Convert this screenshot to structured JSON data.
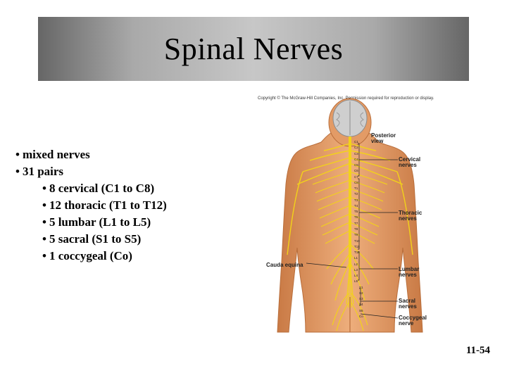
{
  "slide": {
    "title": "Spinal Nerves",
    "slide_number": "11-54"
  },
  "bullets": [
    {
      "text": "mixed nerves",
      "level": 0
    },
    {
      "text": "31 pairs",
      "level": 0
    },
    {
      "text": "8 cervical (C1 to C8)",
      "level": 1
    },
    {
      "text": "12 thoracic (T1 to T12)",
      "level": 1
    },
    {
      "text": "5 lumbar (L1 to L5)",
      "level": 1
    },
    {
      "text": "5 sacral (S1 to S5)",
      "level": 1
    },
    {
      "text": "1 coccygeal (Co)",
      "level": 1
    }
  ],
  "bullet_glyph": "•",
  "figure": {
    "copyright": "Copyright © The McGraw-Hill Companies, Inc. Permission required for reproduction or display.",
    "view_label_line1": "Posterior",
    "view_label_line2": "view",
    "labels": {
      "cervical_1": "Cervical",
      "cervical_2": "nerves",
      "thoracic_1": "Thoracic",
      "thoracic_2": "nerves",
      "lumbar_1": "Lumbar",
      "lumbar_2": "nerves",
      "sacral_1": "Sacral",
      "sacral_2": "nerves",
      "coccygeal_1": "Coccygeal",
      "coccygeal_2": "nerve",
      "cauda": "Cauda equina"
    },
    "segments": [
      "C1",
      "C2",
      "C3",
      "C4",
      "C5",
      "C6",
      "C7",
      "C8",
      "T1",
      "T2",
      "T3",
      "T4",
      "T5",
      "T6",
      "T7",
      "T8",
      "T9",
      "T10",
      "T11",
      "T12",
      "L1",
      "L2",
      "L3",
      "L4",
      "L5",
      "S1",
      "S2",
      "S3",
      "S4",
      "S5",
      "Co"
    ],
    "colors": {
      "skin": "#e8a06a",
      "skin_shadow": "#c97a45",
      "nerve": "#f2d21a",
      "brain": "#cfcfcf"
    }
  }
}
